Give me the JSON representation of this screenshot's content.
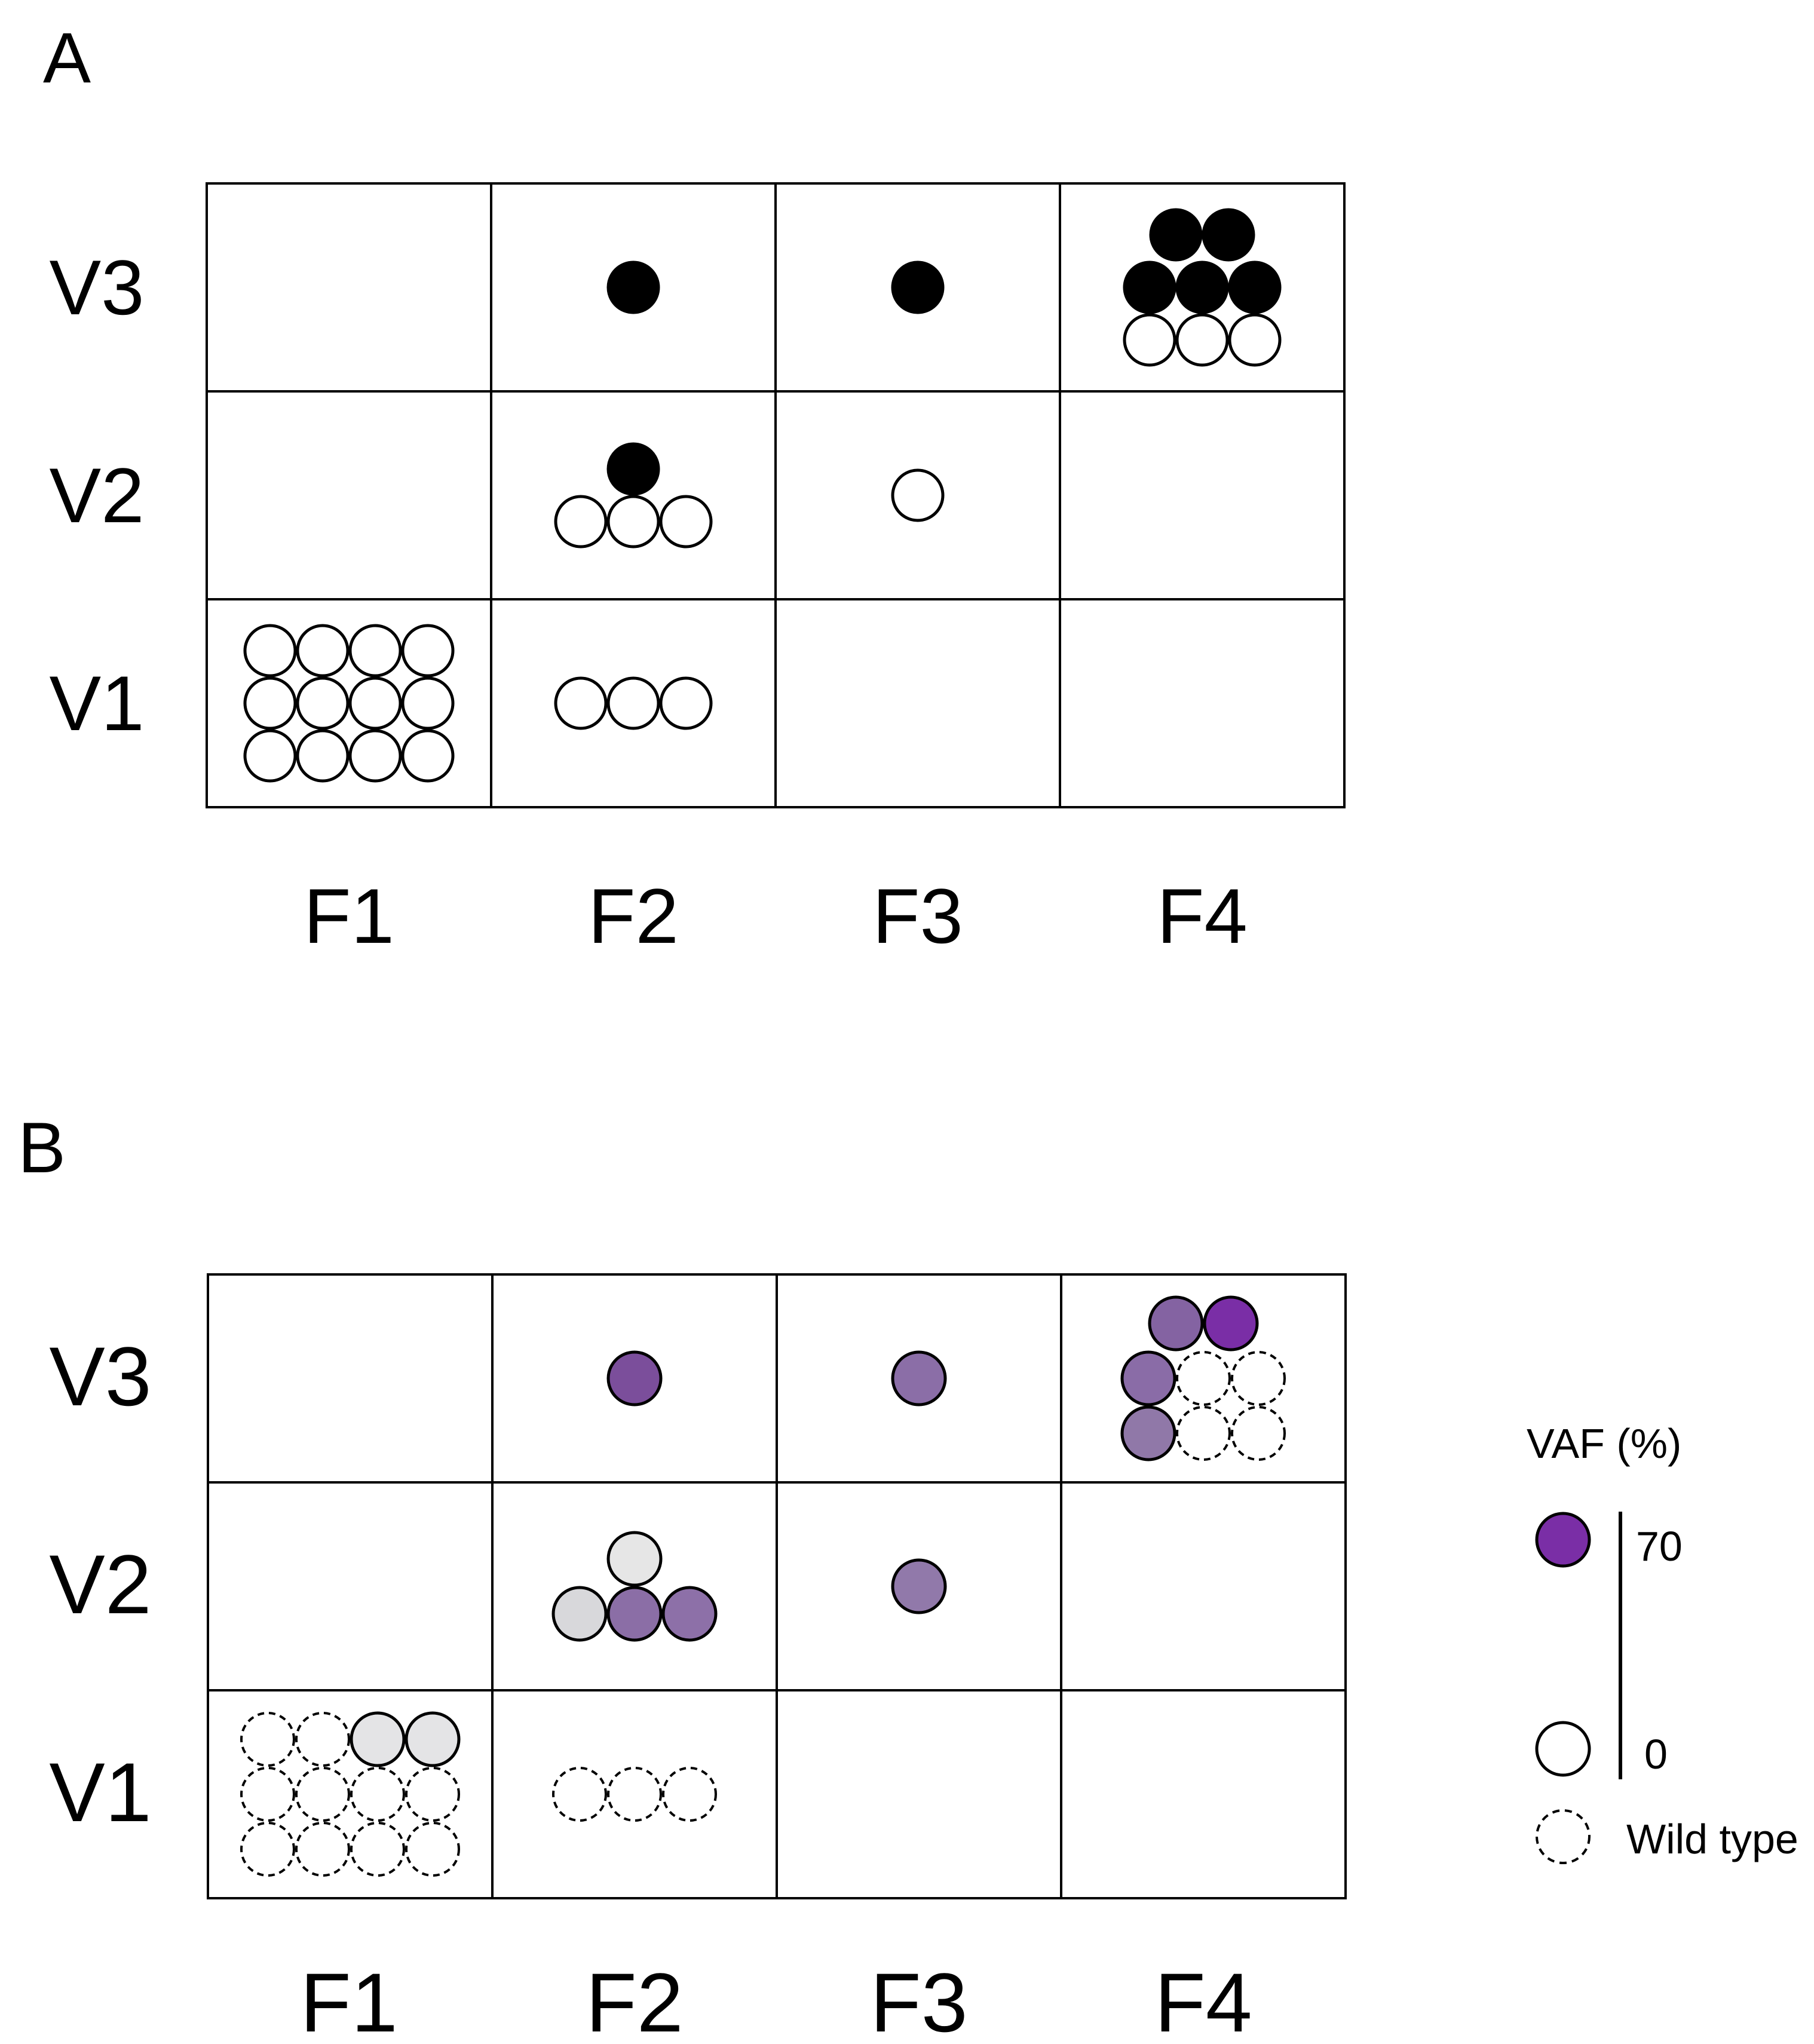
{
  "panel_a": {
    "label": "A",
    "row_labels": [
      "V3",
      "V2",
      "V1"
    ],
    "col_labels": [
      "F1",
      "F2",
      "F3",
      "F4"
    ],
    "cells": [
      [
        [],
        [
          [
            "black"
          ]
        ],
        [
          [
            "black"
          ]
        ],
        [
          [
            "black",
            "black"
          ],
          [
            "black",
            "black",
            "black"
          ],
          [
            "white",
            "white",
            "white"
          ]
        ]
      ],
      [
        [],
        [
          [
            "black"
          ],
          [
            "white",
            "white",
            "white"
          ]
        ],
        [
          [
            "white"
          ]
        ],
        []
      ],
      [
        [
          [
            "white",
            "white",
            "white",
            "white"
          ],
          [
            "white",
            "white",
            "white",
            "white"
          ],
          [
            "white",
            "white",
            "white",
            "white"
          ]
        ],
        [
          [
            "white",
            "white",
            "white"
          ]
        ],
        [],
        []
      ]
    ]
  },
  "panel_b": {
    "label": "B",
    "row_labels": [
      "V3",
      "V2",
      "V1"
    ],
    "col_labels": [
      "F1",
      "F2",
      "F3",
      "F4"
    ],
    "cells": [
      [
        [],
        [
          [
            "#7b4e9b"
          ]
        ],
        [
          [
            "#8b6ea7"
          ]
        ],
        [
          [
            "#8463a2",
            "#7a2ea6"
          ],
          [
            "#8a6ca7",
            "wt",
            "wt"
          ],
          [
            "#9078a8",
            "wt",
            "wt"
          ]
        ]
      ],
      [
        [],
        [
          [
            "#e6e6e6"
          ],
          [
            "#d8d8db",
            "#8b6ea6",
            "#8d70a8"
          ]
        ],
        [
          [
            "#9179aa"
          ]
        ],
        []
      ],
      [
        [
          [
            "wt",
            "wt",
            "#e4e4e6",
            "#e4e4e6"
          ],
          [
            "wt",
            "wt",
            "wt",
            "wt"
          ],
          [
            "wt",
            "wt",
            "wt",
            "wt"
          ]
        ],
        [
          [
            "wt",
            "wt",
            "wt"
          ]
        ],
        [],
        []
      ]
    ]
  },
  "legend": {
    "title": "VAF (%)",
    "high_label": "70",
    "low_label": "0",
    "wild_type_label": "Wild type",
    "high_color": "#7a2ea6",
    "low_color": "#ffffff"
  }
}
